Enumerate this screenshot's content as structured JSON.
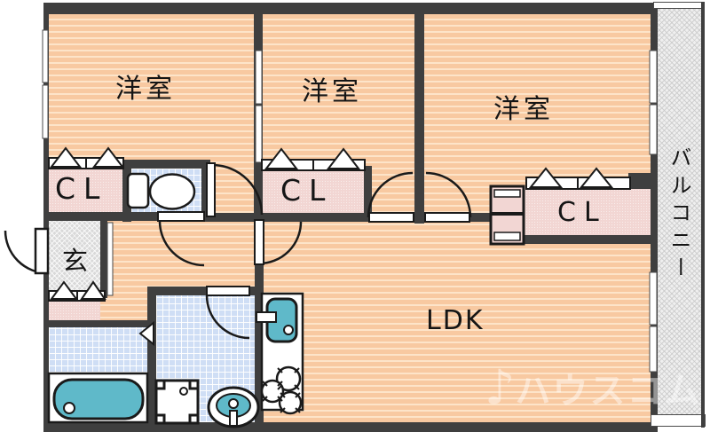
{
  "labels": {
    "room_top_left": "洋室",
    "room_top_middle": "洋室",
    "room_top_right": "洋室",
    "closet_left": "CL",
    "closet_middle": "CL",
    "closet_right": "CL",
    "entrance": "玄",
    "living_dining_kitchen": "LDK",
    "balcony": "バルコニー"
  },
  "watermark": {
    "note_icon": "♪",
    "text": "ハウスコム"
  },
  "colors": {
    "floor_orange": "#f8c9a1",
    "floor_stripe": "#fde4c9",
    "wall": "#3f3f3f",
    "closet_pink": "#f2d6d3",
    "tile_blue": "#cfdef5",
    "entrance_gray": "#d9d9d9",
    "balcony_gray": "#efefef",
    "fixture_teal": "#5fb9c9"
  }
}
